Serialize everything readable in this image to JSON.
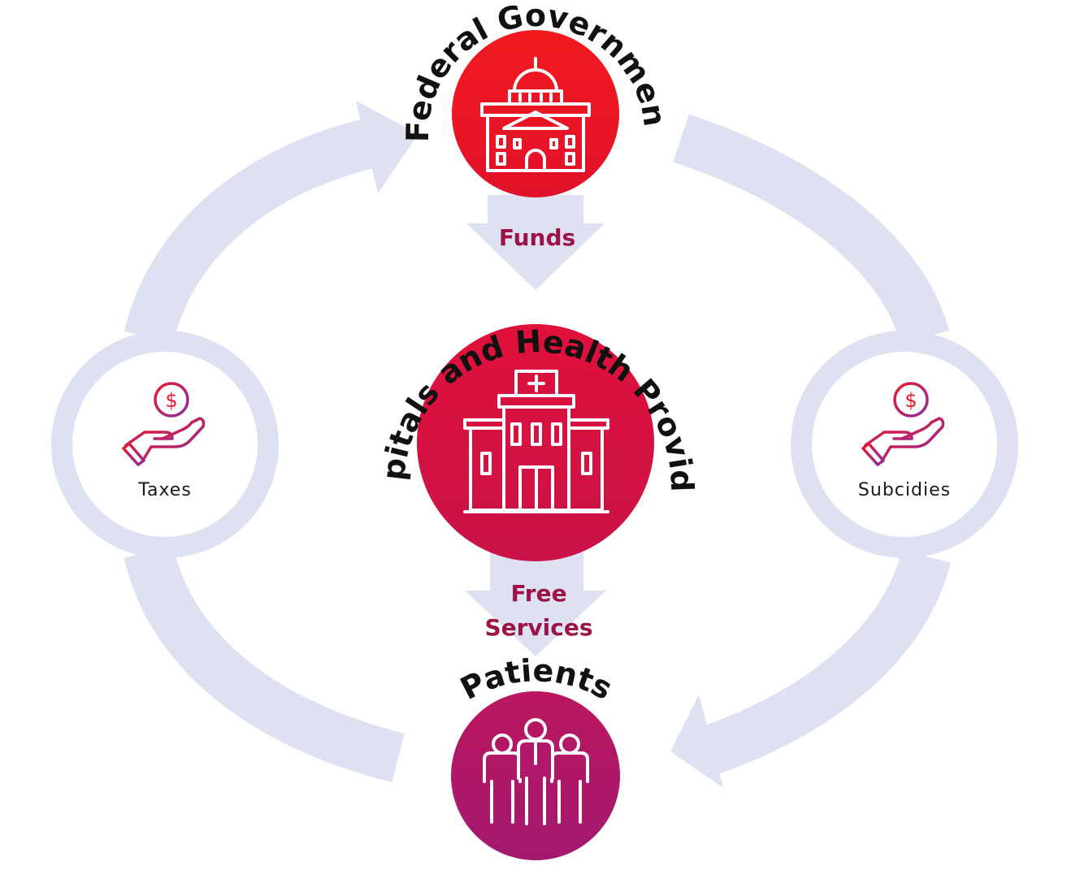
{
  "diagram": {
    "nodes": {
      "federal": {
        "label": "Federal Government",
        "icon": "capitol-building-icon"
      },
      "hospitals": {
        "label": "Hospitals and Health Providers",
        "icon": "hospital-building-icon"
      },
      "patients": {
        "label": "Patients",
        "icon": "people-group-icon"
      },
      "taxes": {
        "label": "Taxes",
        "icon": "hand-coin-icon"
      },
      "subsidies": {
        "label": "Subcidies",
        "icon": "hand-coin-icon"
      }
    },
    "flows": {
      "funds": {
        "label": "Funds"
      },
      "free_services": {
        "line1": "Free",
        "line2": "Services"
      }
    },
    "colors": {
      "cycle_arrows": "#dde1f2",
      "federal_fill": "#ee1425",
      "hospital_fill": "#d81240",
      "patients_fill": "#b0186a",
      "flow_text": "#9c1447",
      "icon_gradient_start": "#e8182c",
      "icon_gradient_end": "#8e2ea0"
    }
  }
}
